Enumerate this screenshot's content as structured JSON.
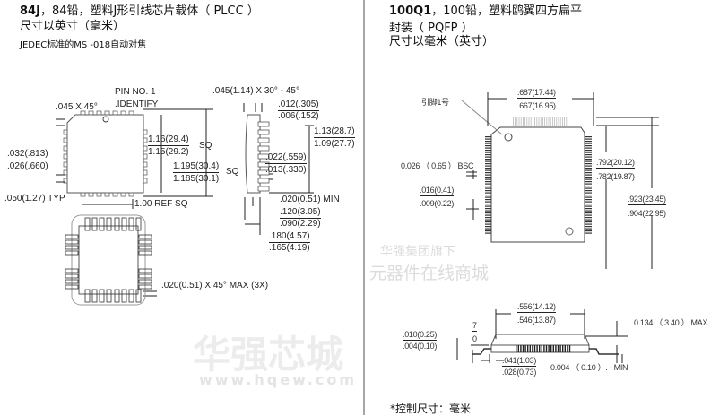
{
  "left": {
    "title_code": "84J",
    "title_rest": "，84铅，塑料J形引线芯片载体（  PLCC  ）",
    "units": "尺寸以英寸（毫米）",
    "standard": "JEDEC标准的MS -018自动对焦",
    "dims": {
      "pin1_a": "PIN NO. 1",
      "pin1_b": ".IDENTIFY",
      "chamfer": ".045 X 45°",
      "body_top": "1.16(29.4)",
      "body_bot": "1.15(29.2)",
      "body_sq": "SQ",
      "pad_top": ".032(.813)",
      "pad_bot": ".026(.660)",
      "outer_top": "1.195(30.4)",
      "outer_bot": "1.185(30.1)",
      "outer_sq": "SQ",
      "pitch": ".050(1.27) TYP",
      "ref": "1.00 REF SQ",
      "side_chamfer": ".045(1.14) X 30° - 45°",
      "lead_t_top": ".012(.305)",
      "lead_t_bot": ".006(.152)",
      "span_top": "1.13(28.7)",
      "span_bot": "1.09(27.7)",
      "lead_w_top": ".022(.559)",
      "lead_w_bot": ".013(.330)",
      "standoff": ".020(0.51) MIN",
      "h1_top": ".120(3.05)",
      "h1_bot": ".090(2.29)",
      "h2_top": ".180(4.57)",
      "h2_bot": ".165(4.19)",
      "corner": ".020(0.51) X 45° MAX (3X)"
    }
  },
  "right": {
    "title_code": "100Q1",
    "title_rest": "，100铅，塑料鸥翼四方扁平",
    "title_line2": "封装（  PQFP  ）",
    "units": "尺寸以毫米（英寸）",
    "dims": {
      "pin1": "引脚1号",
      "width_top": ".687(17.44)",
      "width_bot": ".667(16.95)",
      "pitch": "0.026 （ 0.65 ） BSC",
      "lead_w_top": ".016(0.41)",
      "lead_w_bot": ".009(0.22)",
      "body_top": ".792(20.12)",
      "body_bot": ".782(19.87)",
      "outer_top": ".923(23.45)",
      "outer_bot": ".904(22.95)",
      "side_top": ".556(14.12)",
      "side_bot": ".546(13.87)",
      "height_max": "0.134 （ 3.40 ） MAX",
      "angle_top": "7",
      "angle_bot": "0",
      "lead_t_top": ".010(0.25)",
      "lead_t_bot": ".004(0.10)",
      "foot_top": ".041(1.03)",
      "foot_bot": ".028(0.73)",
      "standoff": "0.004 （ 0.10 ）. - MIN"
    },
    "note": "*控制尺寸：毫米"
  },
  "watermark": {
    "logo": "华强芯城",
    "url": "www.hqew.com",
    "sub1": "华强集团旗下",
    "sub2": "元器件在线商城"
  }
}
